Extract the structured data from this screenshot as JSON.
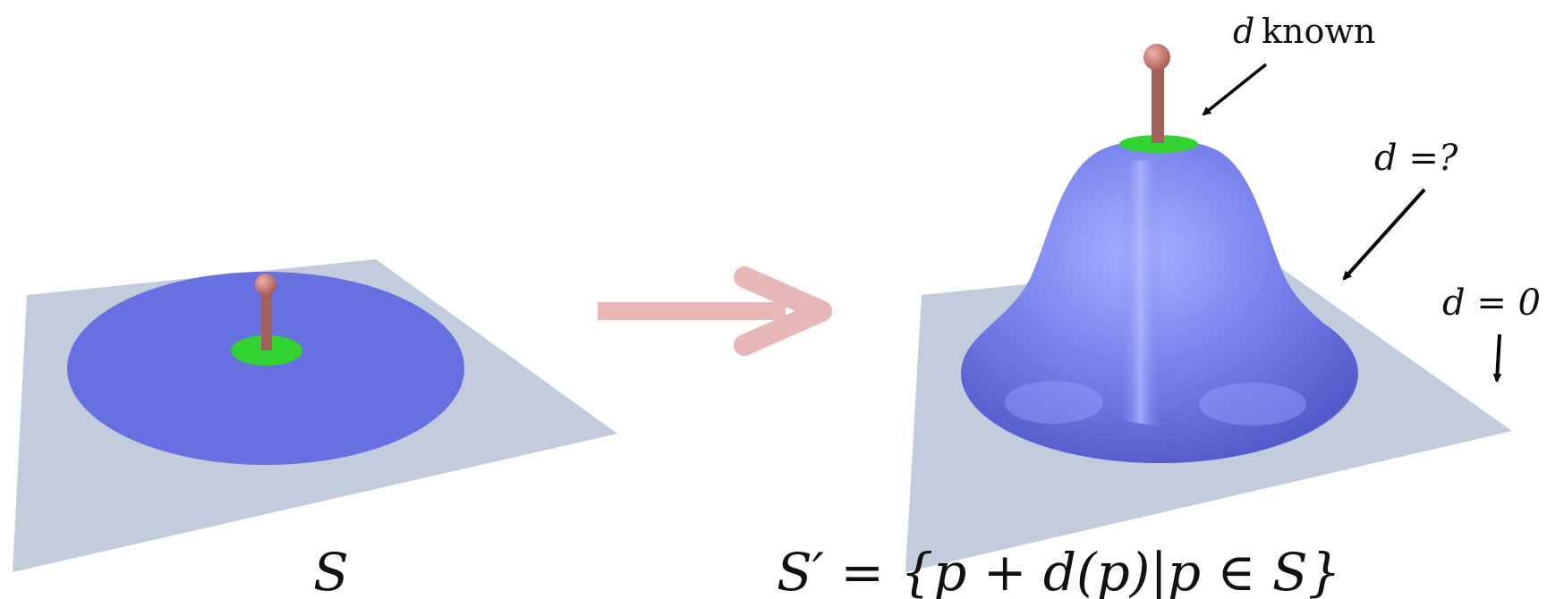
{
  "labels": {
    "left_surface": "S",
    "right_formula": "S′ = {p + d(p)|p ∈ S}",
    "known_var": "d",
    "known_word": "known",
    "unknown": "d =?",
    "zero": "d = 0"
  },
  "colors": {
    "plane": "#c2ccdd",
    "disk": "#6670e0",
    "bump": "#6f78e8",
    "handle_region": "#33d233",
    "handle_stick": "#a0605a",
    "handle_ball": "#c97c72",
    "arrow": "#e8b7b7",
    "annotation_arrow": "#000000"
  }
}
